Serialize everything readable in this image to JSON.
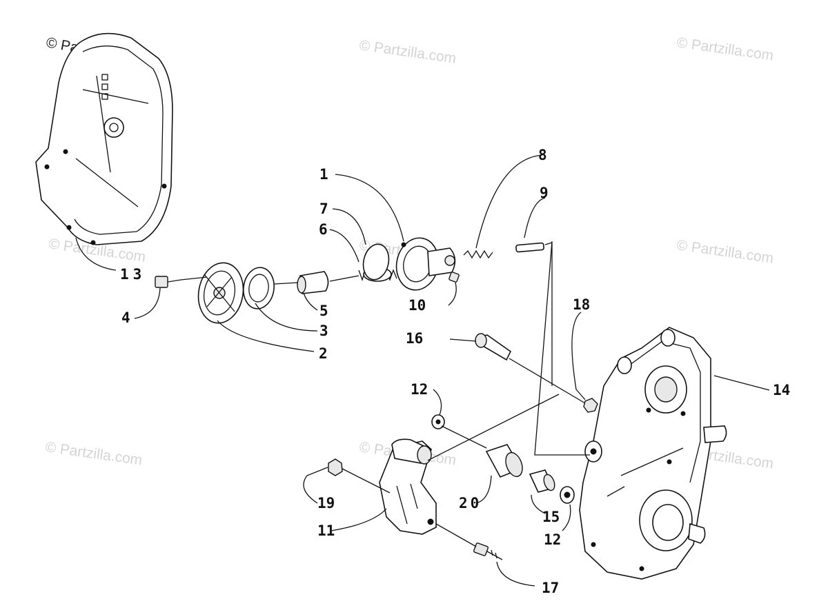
{
  "watermark": {
    "primary": "© Partzilla.com",
    "repeat": [
      "© Partzilla.com",
      "© Partzilla.com",
      "© Partzilla.com",
      "© Partzilla.com",
      "© Partzilla.com",
      "© Partzilla.com",
      "© Partzilla.com",
      "© Partzilla.com"
    ]
  },
  "callouts": {
    "c1": "1",
    "c2": "2",
    "c3": "3",
    "c4": "4",
    "c5": "5",
    "c6": "6",
    "c7": "7",
    "c8": "8",
    "c9": "9",
    "c10": "10",
    "c11": "11",
    "c12a": "12",
    "c12b": "12",
    "c13": "13",
    "c14": "14",
    "c15": "15",
    "c16": "16",
    "c17": "17",
    "c18": "18",
    "c19": "19",
    "c20": "20"
  }
}
